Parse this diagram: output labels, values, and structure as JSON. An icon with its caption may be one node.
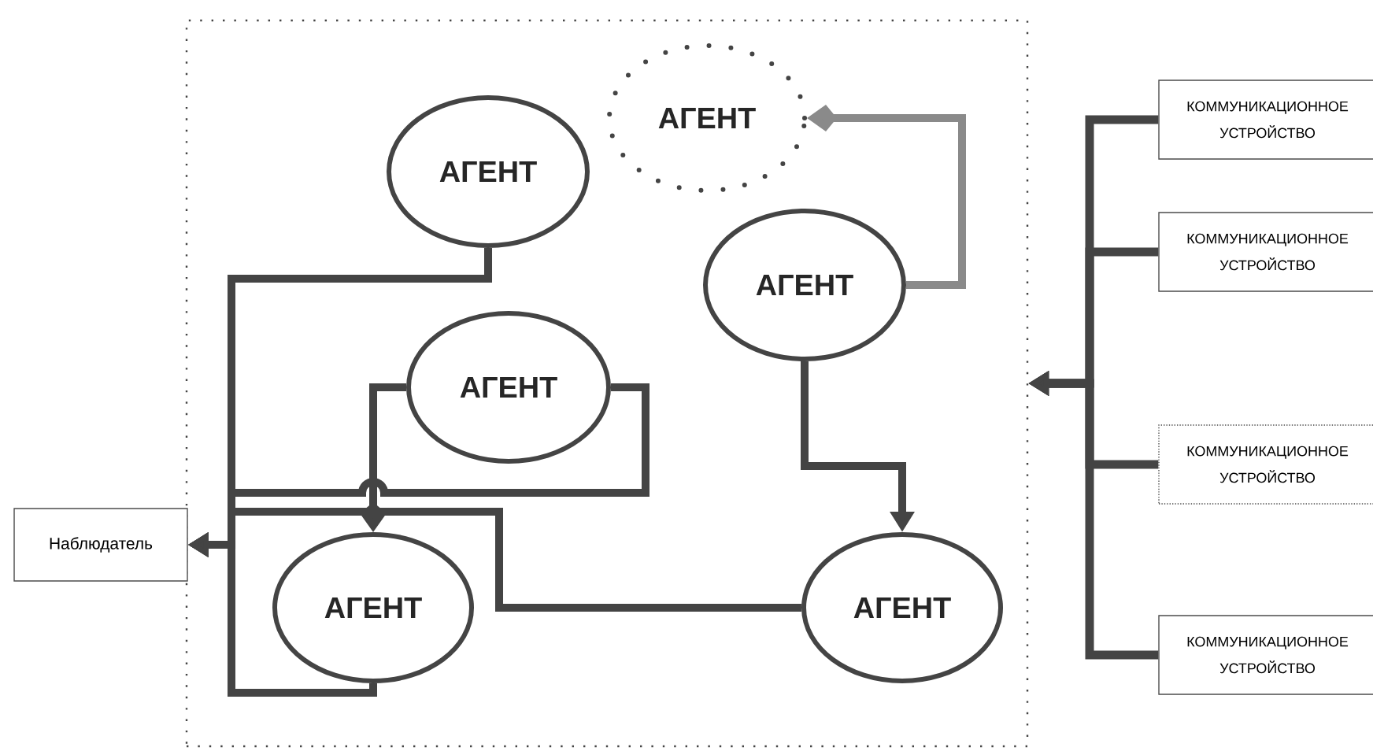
{
  "diagram": {
    "nodes": [
      {
        "text": [],
        "shape": "box"
      },
      {
        "text": [
          "АГЕНТ"
        ],
        "in": 0
      },
      {
        "text": [
          "АГЕНТ"
        ],
        "in": 0
      },
      {
        "text": [
          "АГЕНТ"
        ],
        "in": 0
      },
      {
        "text": [
          "АГЕНТ"
        ],
        "in": 0
      },
      {
        "text": [
          "АГЕНТ"
        ],
        "in": 0
      },
      {
        "text": [
          "АГЕНТ"
        ],
        "in": 0
      },
      {
        "text": [
          "Наблюдатель"
        ]
      },
      {
        "text": [
          "КОММУНИКАЦИОННОЕ УСТРОЙСТВО"
        ]
      },
      {
        "text": [
          "КОММУНИКАЦИОННОЕ УСТРОЙСТВО"
        ]
      },
      {
        "text": [
          "КОММУНИКАЦИОННОЕ УСТРОЙСТВО"
        ]
      },
      {
        "text": [
          "КОММУНИКАЦИОННОЕ УСТРОЙСТВО"
        ]
      }
    ],
    "edges": [
      {
        "from": 1,
        "to": 7,
        "arrow": "to"
      },
      {
        "from": 4,
        "to": 7,
        "arrow": "to"
      },
      {
        "from": 4,
        "to": 5,
        "arrow": "to"
      },
      {
        "from": 6,
        "to": 7,
        "arrow": "to"
      },
      {
        "from": 5,
        "to": 7,
        "arrow": "to"
      },
      {
        "from": 3,
        "to": 2,
        "arrow": "to",
        "color": "#8a8a8a"
      },
      {
        "from": 3,
        "to": 6,
        "arrow": "to"
      },
      {
        "from": 8,
        "to": 0,
        "arrow": "to"
      },
      {
        "from": 9,
        "to": 0,
        "arrow": "to"
      },
      {
        "from": 10,
        "to": 0,
        "arrow": "to"
      },
      {
        "from": 11,
        "to": 0,
        "arrow": "to"
      }
    ]
  }
}
